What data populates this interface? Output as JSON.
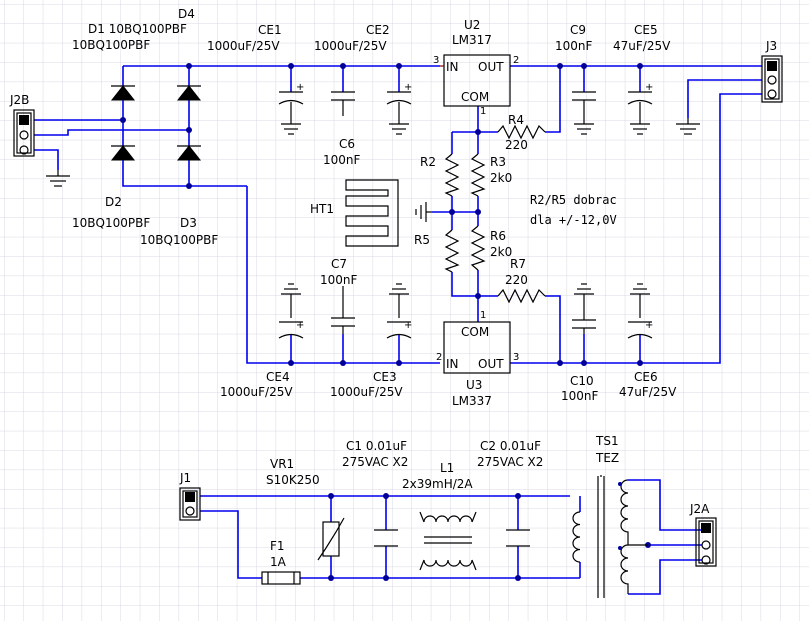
{
  "labels": {
    "D1": "D1 10BQ100PBF",
    "D4": "D4",
    "D4_part": "10BQ100PBF",
    "D2": "D2",
    "D2_part": "10BQ100PBF",
    "D3": "D3",
    "D3_part": "10BQ100PBF",
    "J2B": "J2B",
    "CE1": "CE1",
    "CE1_val": "1000uF/25V",
    "CE2": "CE2",
    "CE2_val": "1000uF/25V",
    "C6": "C6",
    "C6_val": "100nF",
    "U2": "U2",
    "U2_part": "LM317",
    "U2_in": "IN",
    "U2_out": "OUT",
    "U2_com": "COM",
    "C9": "C9",
    "C9_val": "100nF",
    "CE5": "CE5",
    "CE5_val": "47uF/25V",
    "J3": "J3",
    "R4": "R4",
    "R4_val": "220",
    "R2": "R2",
    "R3": "R3",
    "R3_val": "2k0",
    "HT1": "HT1",
    "R5": "R5",
    "R6": "R6",
    "R6_val": "2k0",
    "R7": "R7",
    "R7_val": "220",
    "C7": "C7",
    "C7_val": "100nF",
    "note1": "R2/R5 dobrac",
    "note2": "dla +/-12,0V",
    "U3": "U3",
    "U3_part": "LM337",
    "U3_in": "IN",
    "U3_out": "OUT",
    "U3_com": "COM",
    "CE4": "CE4",
    "CE4_val": "1000uF/25V",
    "CE3": "CE3",
    "CE3_val": "1000uF/25V",
    "C10": "C10",
    "C10_val": "100nF",
    "CE6": "CE6",
    "CE6_val": "47uF/25V",
    "C1": "C1  0.01uF",
    "C1_val": "275VAC X2",
    "C2": "C2  0.01uF",
    "C2_val": "275VAC X2",
    "L1": "L1",
    "L1_val": "2x39mH/2A",
    "VR1": "VR1",
    "VR1_part": "S10K250",
    "J1": "J1",
    "F1": "F1",
    "F1_val": "1A",
    "TS1": "TS1",
    "TS1_part": "TEZ",
    "J2A": "J2A",
    "pin1": "1",
    "pin2": "2",
    "pin3": "3",
    "plus": "+"
  },
  "colors": {
    "wire": "#0000ee",
    "grid": "#d8d8e4",
    "component": "#000000",
    "node": "#000099"
  }
}
